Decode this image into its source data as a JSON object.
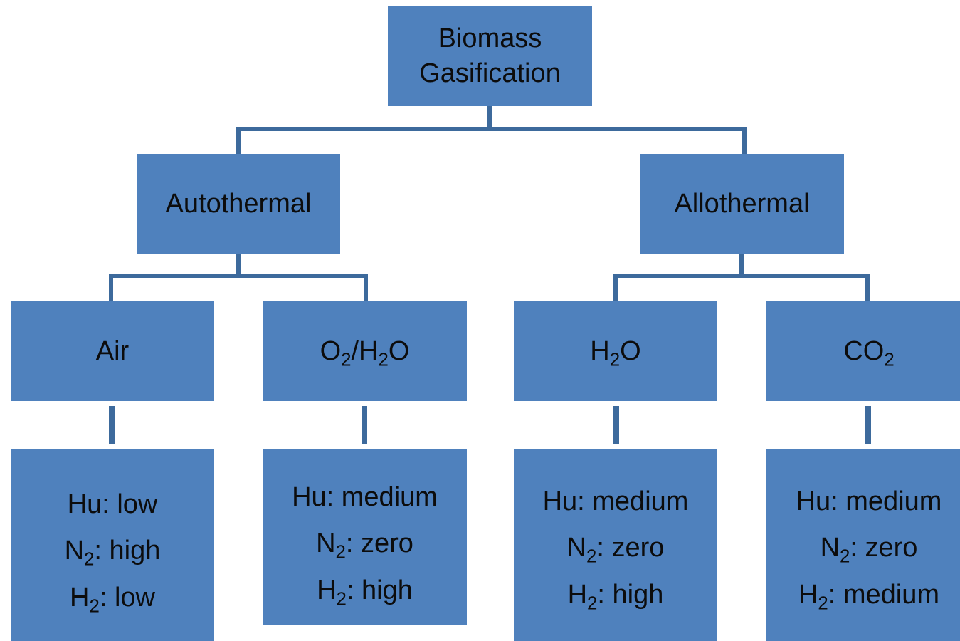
{
  "root": {
    "line1": "Biomass",
    "line2": "Gasification"
  },
  "branches": {
    "autothermal": {
      "label": "Autothermal",
      "children": {
        "air": {
          "label": "Air",
          "props": {
            "hu": "Hu: low",
            "n2_value": ": high",
            "h2_value": ": low"
          }
        },
        "o2h2o": {
          "label_o": "O",
          "label_sub1": "2",
          "label_mid": "/H",
          "label_sub2": "2",
          "label_end": "O",
          "props": {
            "hu": "Hu: medium",
            "n2_value": ": zero",
            "h2_value": ": high"
          }
        }
      }
    },
    "allothermal": {
      "label": "Allothermal",
      "children": {
        "h2o": {
          "label_h": "H",
          "label_sub": "2",
          "label_end": "O",
          "props": {
            "hu": "Hu: medium",
            "n2_value": ": zero",
            "h2_value": ": high"
          }
        },
        "co2": {
          "label_co": "CO",
          "label_sub": "2",
          "props": {
            "hu": "Hu: medium",
            "n2_value": ": zero",
            "h2_value": ": medium"
          }
        }
      }
    }
  },
  "chem": {
    "n": "N",
    "h": "H",
    "sub2": "2"
  },
  "colors": {
    "box": "#4f81bd",
    "connector": "#3d6a9c",
    "text": "#0c0c0c"
  }
}
